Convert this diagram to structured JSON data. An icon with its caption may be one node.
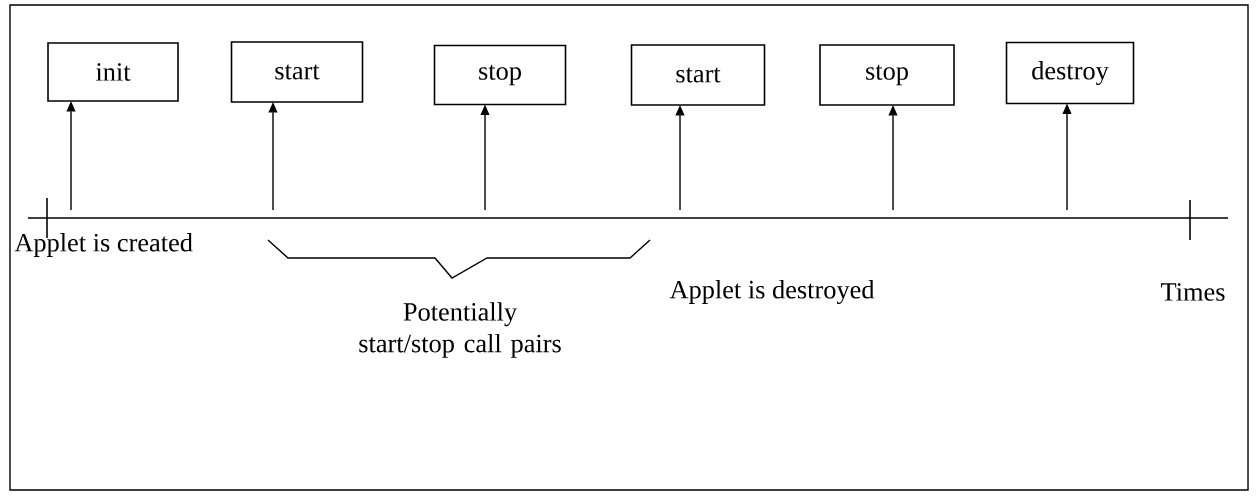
{
  "diagram": {
    "nodes": [
      {
        "text": [
          "init"
        ]
      },
      {
        "text": [
          "start"
        ]
      },
      {
        "text": [
          "stop"
        ]
      },
      {
        "text": [
          "start"
        ]
      },
      {
        "text": [
          "stop"
        ]
      },
      {
        "text": [
          "destroy"
        ]
      }
    ],
    "edges": [
      {
        "from": null,
        "to": 0,
        "arrow": "to"
      },
      {
        "from": null,
        "to": 1,
        "arrow": "to"
      },
      {
        "from": null,
        "to": 2,
        "arrow": "to"
      },
      {
        "from": null,
        "to": 3,
        "arrow": "to"
      },
      {
        "from": null,
        "to": 4,
        "arrow": "to"
      },
      {
        "from": null,
        "to": 5,
        "arrow": "to"
      }
    ],
    "labels": [
      "Applet is created",
      "Potentially start/stop call pairs",
      "Applet is destroyed",
      "Times"
    ]
  }
}
